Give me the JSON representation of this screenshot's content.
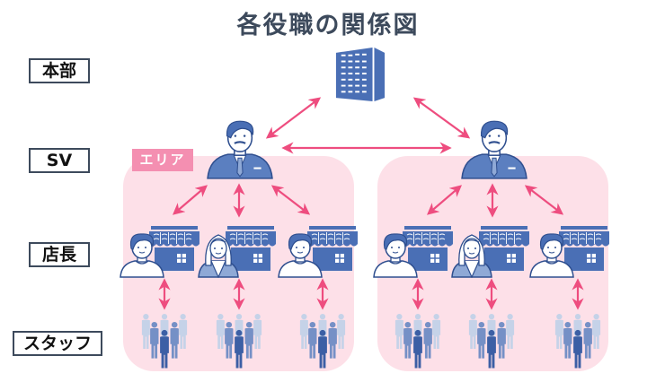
{
  "title": "各役職の関係図",
  "roles": [
    {
      "id": "hq",
      "label": "本部"
    },
    {
      "id": "sv",
      "label": "SV"
    },
    {
      "id": "store_manager",
      "label": "店長"
    },
    {
      "id": "staff",
      "label": "スタッフ"
    }
  ],
  "area_label": "エリア",
  "colors": {
    "accent_pink": "#ee4d7f",
    "area_fill": "#fde0e8",
    "badge_fill": "#f48fb1",
    "icon_blue": "#4a6fb5",
    "title_text": "#3d4a5c"
  },
  "nodes": {
    "headquarters": {
      "icon": "office-building-icon"
    },
    "areas": [
      {
        "supervisor": {
          "icon": "supervisor-icon"
        },
        "stores": [
          {
            "manager": "male",
            "icon": "store-icon"
          },
          {
            "manager": "female",
            "icon": "store-icon"
          },
          {
            "manager": "male",
            "icon": "store-icon"
          }
        ],
        "staff_groups": 3
      },
      {
        "supervisor": {
          "icon": "supervisor-icon"
        },
        "stores": [
          {
            "manager": "male",
            "icon": "store-icon"
          },
          {
            "manager": "female",
            "icon": "store-icon"
          },
          {
            "manager": "male",
            "icon": "store-icon"
          }
        ],
        "staff_groups": 3
      }
    ]
  },
  "relations": [
    "headquarters <-> supervisor (area 1)",
    "headquarters <-> supervisor (area 2)",
    "supervisor (area 1) <-> supervisor (area 2)",
    "supervisor <-> each store manager",
    "store manager <-> staff group"
  ]
}
